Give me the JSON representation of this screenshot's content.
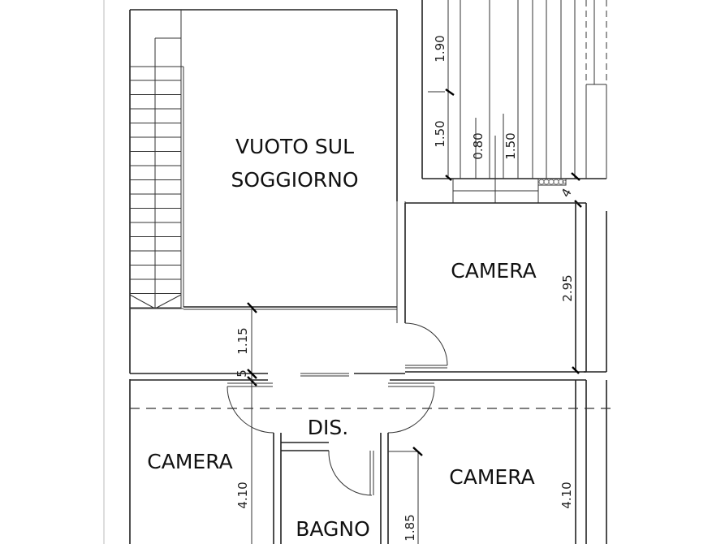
{
  "plan": {
    "rooms": {
      "vuoto_line1": "VUOTO SUL",
      "vuoto_line2": "SOGGIORNO",
      "camera_top_right": "CAMERA",
      "dis": "DIS.",
      "camera_left": "CAMERA",
      "camera_right": "CAMERA",
      "bagno": "BAGNO"
    },
    "dimensions": {
      "balcony_upper": "1.90",
      "balcony_lower": "1.50",
      "balcony_080": "0.80",
      "balcony_150": "1.50",
      "small_4": "4",
      "camera_top_right_height": "2.95",
      "corridor_height": "1.15",
      "small_5": "5",
      "camera_left_height": "4.10",
      "camera_right_height": "4.10",
      "bagno_side": "1.85"
    },
    "colors": {
      "line": "#222222",
      "background": "#ffffff"
    }
  }
}
